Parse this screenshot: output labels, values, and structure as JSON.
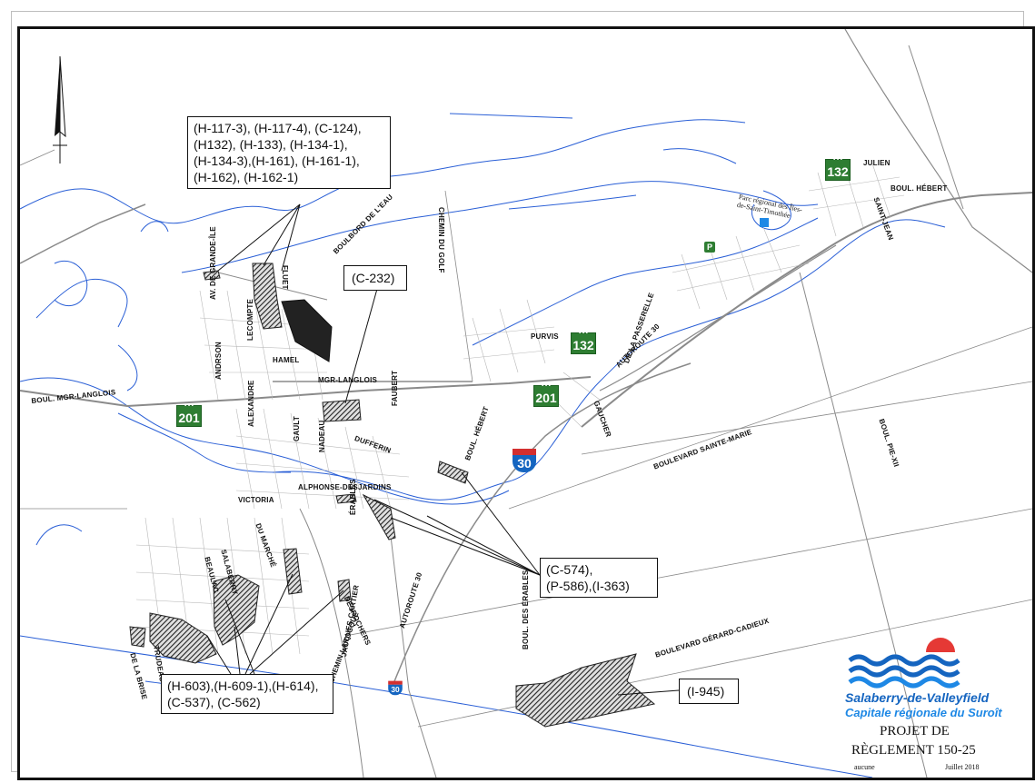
{
  "callouts": {
    "residential_north": [
      "(H-117-3), (H-117-4), (C-124),",
      "(H132), (H-133), (H-134-1),",
      "(H-134-3),(H-161), (H-161-1),",
      "(H-162), (H-162-1)"
    ],
    "commercial_232": [
      "(C-232)"
    ],
    "mixed_574": [
      "(C-574),",
      "(P-586),(I-363)"
    ],
    "residential_south": [
      "(H-603),(H-609-1),(H-614),",
      "(C-537), (C-562)"
    ],
    "industrial_945": [
      "(I-945)"
    ]
  },
  "roads": {
    "boul_mgr_langlois": "BOUL. MGR-LANGLOIS",
    "mgr_langlois": "MGR-LANGLOIS",
    "boul_bord_eau": "BOULBORD DE L'EAU",
    "chemin_du_golf": "CHEMIN DU GOLF",
    "av_grande_ile": "AV. DE GRANDE-ÎLE",
    "lecompte": "LECOMPTE",
    "hamel": "HAMEL",
    "fluet": "FLUET",
    "anderson": "ANDRSON",
    "alexandre": "ALEXANDRE",
    "gault": "GAULT",
    "nadeau": "NADEAU",
    "faubert": "FAUBERT",
    "dufferin": "DUFFERIN",
    "boul_hebert": "BOUL. HÉBERT",
    "victoria": "VICTORIA",
    "alphonse": "ALPHONSE-DESJARDINS",
    "du_marche": "DU MARCHÉ",
    "salaberry": "SALABERRY",
    "grande_ile_south": "BEAULAC",
    "desrochers": "DESROCHERS",
    "jacques_cartier": "JACQUES-CARTIER",
    "chemin_larocque": "CHEMIN LAROCQUE",
    "autoroute_30_s": "AUTOROUTE 30",
    "autoroute_30_n": "AUTOROUTE 30",
    "boul_sainte_marie": "BOULEVARD SAINTE-MARIE",
    "boul_gerard_cadieux": "BOULEVARD GÉRARD-CADIEUX",
    "boul_pie_xii": "BOUL. PIE-XII",
    "purvis": "PURVIS",
    "de_la_passerelle": "DE LA PASSERELLE",
    "gaucher": "GAUCHER",
    "julien": "JULIEN",
    "boul_hebert_ne": "BOUL. HÉBERT",
    "saint_jean": "SAINT-JEAN",
    "boul_des_erables": "BOUL. DES ÉRABLES",
    "de_la_briere": "DE LA BRISE",
    "trudeau": "TRUDEAU",
    "pierre": "ÉRABLES"
  },
  "shields": {
    "r201_west": "201",
    "r201_east": "201",
    "r132_center": "132",
    "r132_east": "132",
    "i30_a": "30",
    "i30_b": "30"
  },
  "park": {
    "line1": "Parc régional des Îles-",
    "line2": "de-Saint-Timothée",
    "marker": "P"
  },
  "legend": {
    "logo_line1": "Salaberry-de-Valleyfield",
    "logo_line2": "Capitale régionale du Suroît",
    "project_line1": "PROJET DE",
    "project_line2": "RÈGLEMENT 150-25",
    "scale": "aucune",
    "date": "Juillet 2018"
  },
  "colors": {
    "water": "#2a5fd6",
    "road": "#8a8a8a",
    "street": "#b0b0b0",
    "zone_fill": "#3a3a3a",
    "shield_green": "#2e7d32",
    "logo_blue": "#1565c0",
    "logo_sun": "#e53935"
  },
  "icons": {
    "north_arrow": "north-arrow-icon",
    "logo": "valleyfield-waves-logo-icon"
  }
}
